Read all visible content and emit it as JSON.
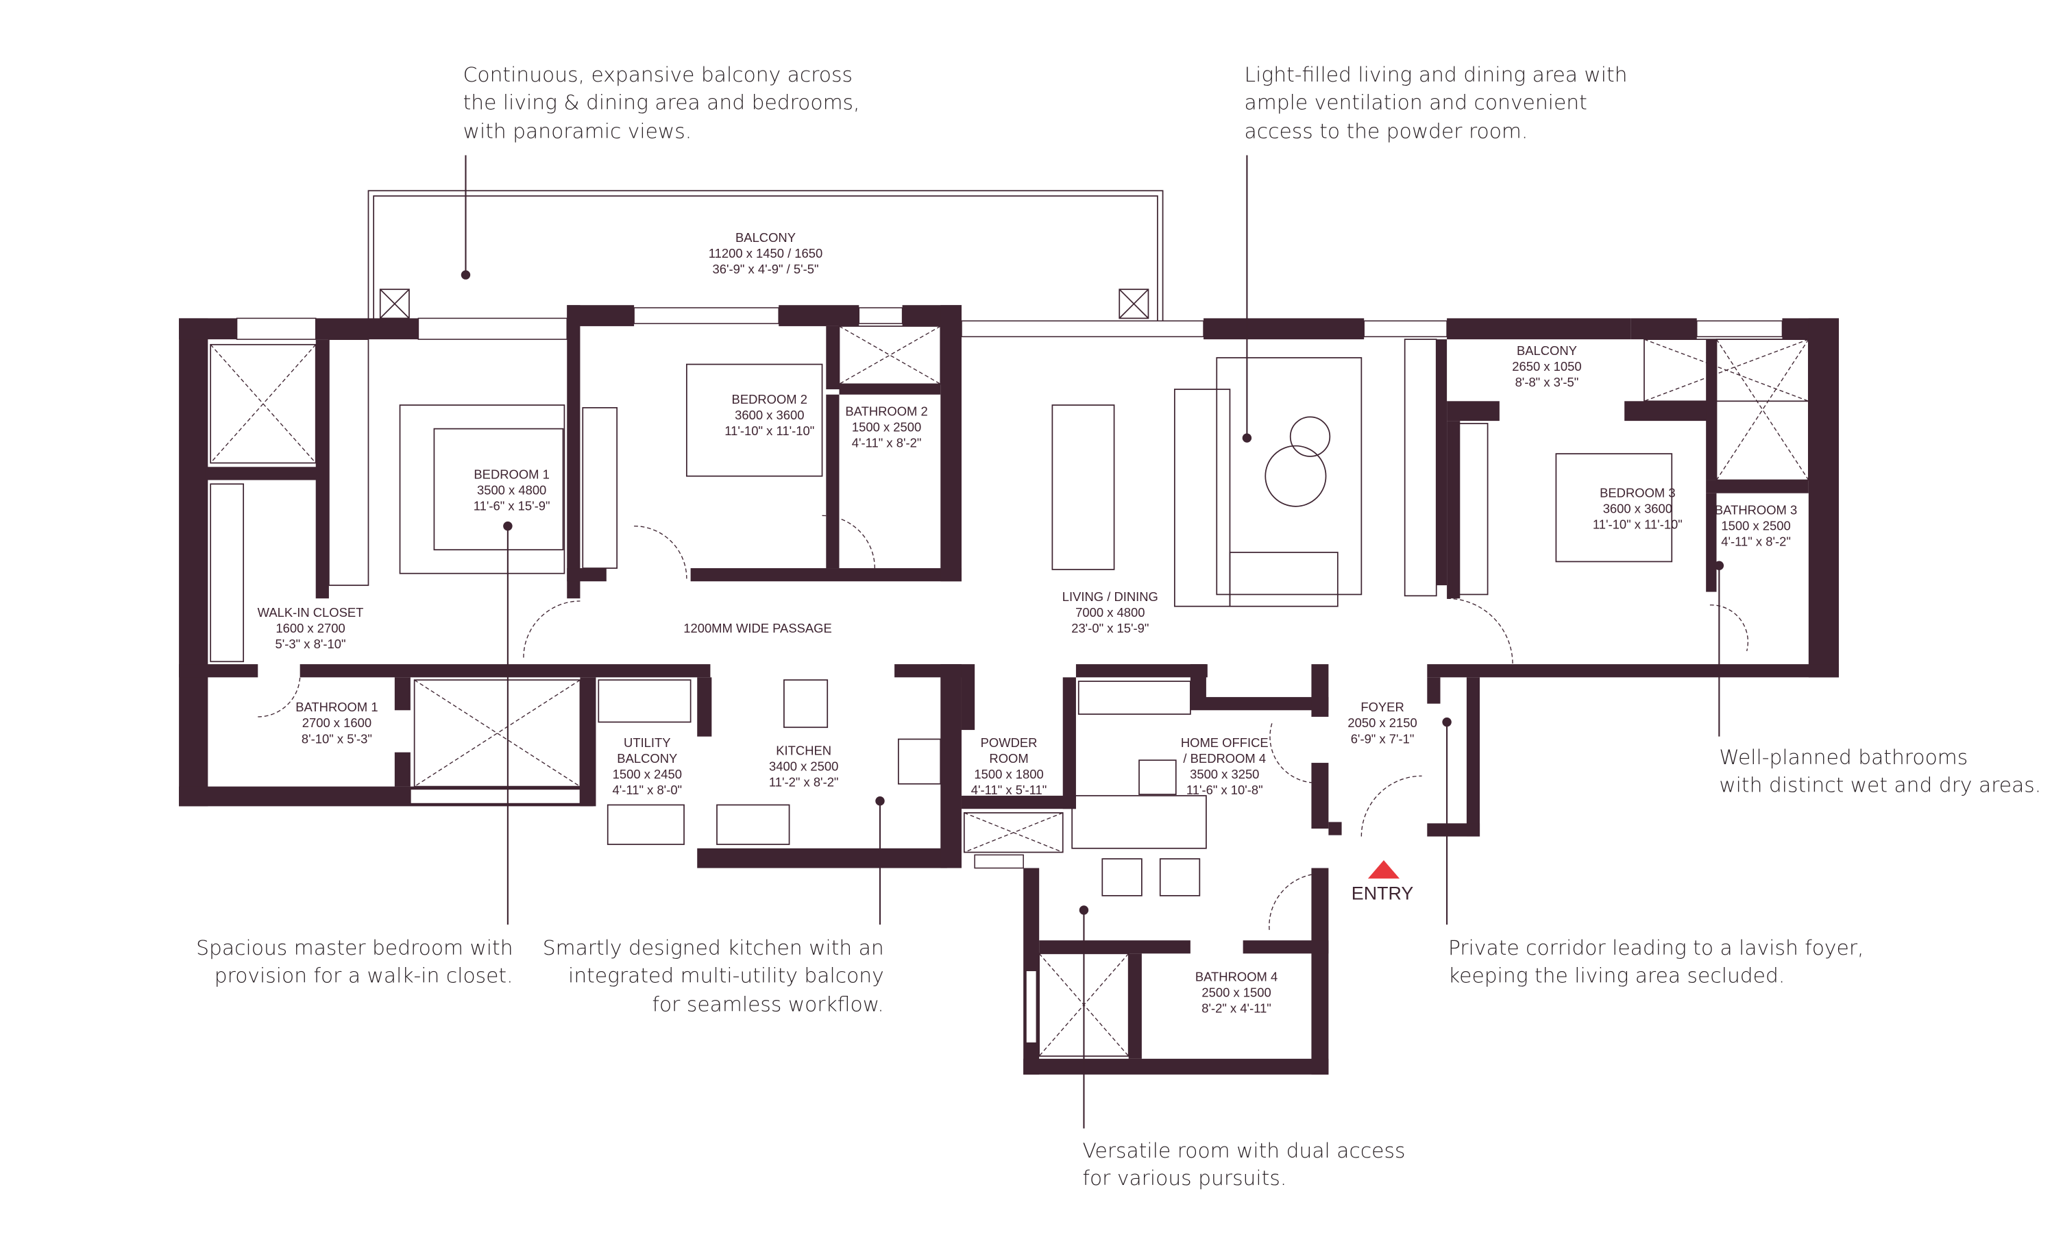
{
  "annotations": {
    "balcony": [
      "Continuous, expansive balcony across",
      "the living & dining area and bedrooms,",
      "with panoramic views."
    ],
    "living": [
      "Light-filled living and dining area with",
      "ample ventilation and convenient",
      "access to the powder room."
    ],
    "bathrooms": [
      "Well-planned bathrooms",
      "with distinct wet and dry areas."
    ],
    "master": [
      "Spacious master bedroom with",
      "provision for a walk-in closet."
    ],
    "kitchen": [
      "Smartly designed kitchen with an",
      "integrated multi-utility balcony",
      "for seamless workflow."
    ],
    "corridor": [
      "Private corridor leading to a lavish foyer,",
      "keeping the living area secluded."
    ],
    "office": [
      "Versatile room with dual access",
      "for various pursuits."
    ]
  },
  "rooms": {
    "balcony_main": [
      "BALCONY",
      "11200 x 1450 / 1650",
      "36'-9\" x 4'-9\" / 5'-5\""
    ],
    "bedroom1": [
      "BEDROOM 1",
      "3500 x 4800",
      "11'-6\" x 15'-9\""
    ],
    "bedroom2": [
      "BEDROOM 2",
      "3600 x 3600",
      "11'-10\" x 11'-10\""
    ],
    "bathroom2": [
      "BATHROOM 2",
      "1500 x 2500",
      "4'-11\" x 8'-2\""
    ],
    "walkin": [
      "WALK-IN CLOSET",
      "1600 x 2700",
      "5'-3\" x 8'-10\""
    ],
    "passage": [
      "1200MM WIDE PASSAGE"
    ],
    "bathroom1": [
      "BATHROOM 1",
      "2700 x 1600",
      "8'-10\" x 5'-3\""
    ],
    "utility": [
      "UTILITY",
      "BALCONY",
      "1500 x 2450",
      "4'-11\" x 8'-0\""
    ],
    "kitchen": [
      "KITCHEN",
      "3400 x 2500",
      "11'-2\" x 8'-2\""
    ],
    "powder": [
      "POWDER",
      "ROOM",
      "1500 x 1800",
      "4'-11\" x 5'-11\""
    ],
    "office": [
      "HOME OFFICE",
      "/ BEDROOM 4",
      "3500 x 3250",
      "11'-6\" x 10'-8\""
    ],
    "living": [
      "LIVING / DINING",
      "7000 x 4800",
      "23'-0\" x 15'-9\""
    ],
    "balcony2": [
      "BALCONY",
      "2650 x 1050",
      "8'-8\" x 3'-5\""
    ],
    "bedroom3": [
      "BEDROOM 3",
      "3600 x 3600",
      "11'-10\" x 11'-10\""
    ],
    "bathroom3": [
      "BATHROOM 3",
      "1500 x 2500",
      "4'-11\" x 8'-2\""
    ],
    "foyer": [
      "FOYER",
      "2050 x 2150",
      "6'-9\" x 7'-1\""
    ],
    "bathroom4": [
      "BATHROOM 4",
      "2500 x 1500",
      "8'-2\" x 4'-11\""
    ]
  },
  "entry_label": "ENTRY",
  "colors": {
    "wall": "#3e2431",
    "entry_marker": "#e8383d"
  }
}
